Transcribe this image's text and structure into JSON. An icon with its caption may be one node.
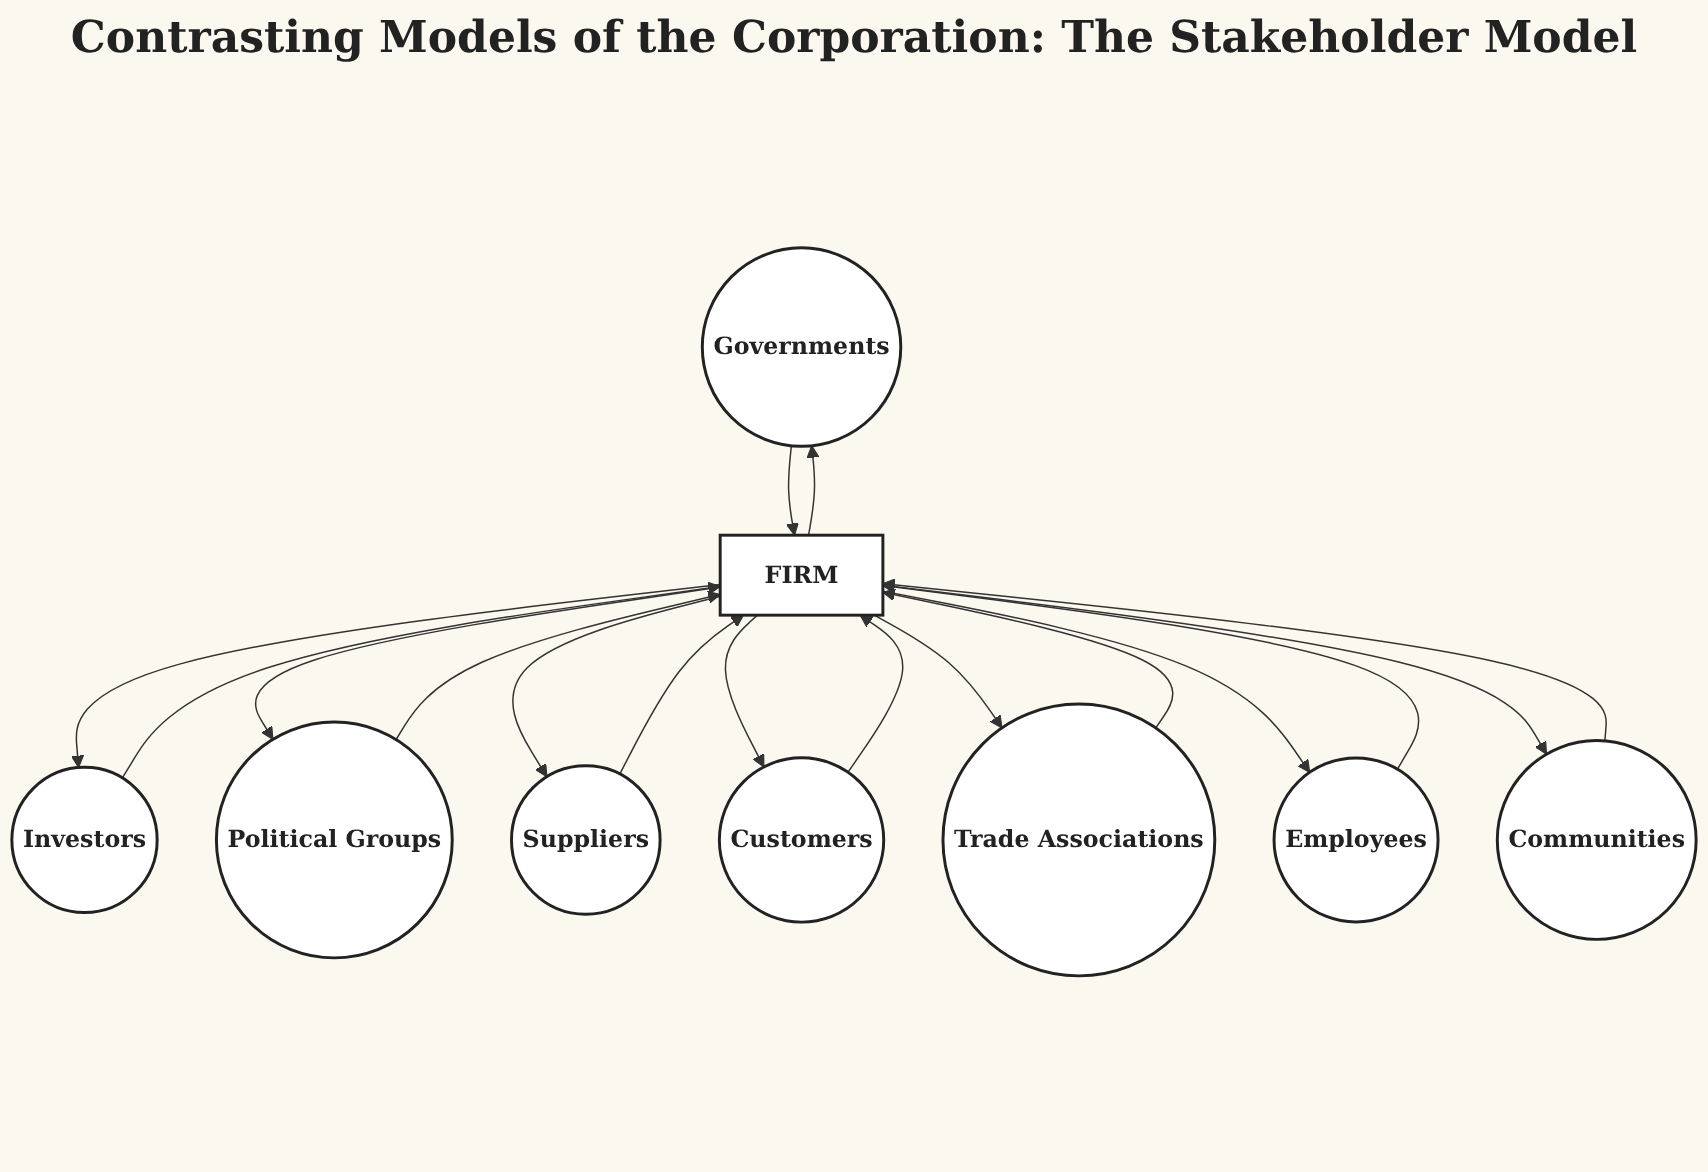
{
  "diagram": {
    "title": "Contrasting Models of the Corporation: The Stakeholder Model",
    "nodes": [
      {
        "text": [
          "Governments"
        ]
      },
      {
        "text": [
          "Investors"
        ]
      },
      {
        "text": [
          "Political Groups"
        ]
      },
      {
        "text": [
          "Suppliers"
        ]
      },
      {
        "text": [
          "FIRM"
        ]
      },
      {
        "text": [
          "Customers"
        ]
      },
      {
        "text": [
          "Trade Associations"
        ]
      },
      {
        "text": [
          "Employees"
        ]
      },
      {
        "text": [
          "Communities"
        ]
      }
    ],
    "edges": [
      {
        "from": 0,
        "to": 4,
        "arrow": "to"
      },
      {
        "from": 4,
        "to": 0,
        "arrow": "to"
      },
      {
        "from": 1,
        "to": 4,
        "arrow": "to"
      },
      {
        "from": 4,
        "to": 1,
        "arrow": "to"
      },
      {
        "from": 2,
        "to": 4,
        "arrow": "to"
      },
      {
        "from": 4,
        "to": 2,
        "arrow": "to"
      },
      {
        "from": 3,
        "to": 4,
        "arrow": "to"
      },
      {
        "from": 4,
        "to": 3,
        "arrow": "to"
      },
      {
        "from": 4,
        "to": 5,
        "arrow": "to"
      },
      {
        "from": 5,
        "to": 4,
        "arrow": "to"
      },
      {
        "from": 4,
        "to": 6,
        "arrow": "to"
      },
      {
        "from": 6,
        "to": 4,
        "arrow": "to"
      },
      {
        "from": 4,
        "to": 7,
        "arrow": "to"
      },
      {
        "from": 7,
        "to": 4,
        "arrow": "to"
      },
      {
        "from": 4,
        "to": 8,
        "arrow": "to"
      },
      {
        "from": 8,
        "to": 4,
        "arrow": "to"
      }
    ]
  }
}
